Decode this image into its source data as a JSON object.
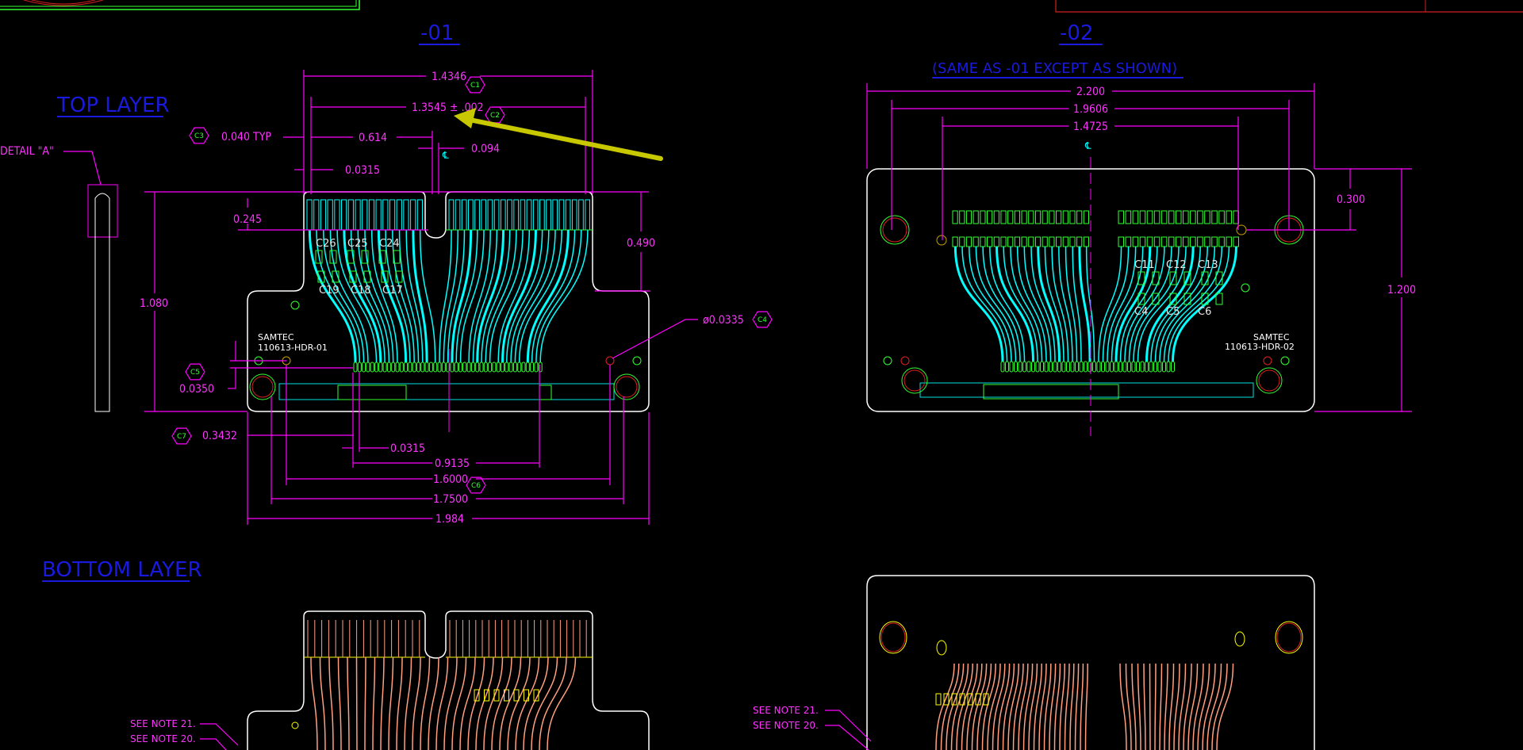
{
  "views": {
    "dash01": "-01",
    "dash02": "-02",
    "dash02_note": "(SAME AS -01 EXCEPT AS SHOWN)",
    "top_layer": "TOP LAYER",
    "bottom_layer": "BOTTOM LAYER",
    "detail": "DETAIL \"A\""
  },
  "dims01": {
    "d1": "1.4346",
    "d2": "1.3545 ± .002",
    "d3": "0.040 TYP",
    "d4": "0.614",
    "d5": "0.094",
    "d6": "0.0315",
    "d7": "0.245",
    "d8": "0.490",
    "d9": "1.080",
    "d10": "ø0.0335",
    "d11": "0.0350",
    "d12": "0.3432",
    "d13": "0.0315",
    "d14": "0.9135",
    "d15": "1.6000",
    "d16": "1.7500",
    "d17": "1.984"
  },
  "dims02": {
    "d1": "2.200",
    "d2": "1.9606",
    "d3": "1.4725",
    "d4": "0.300",
    "d5": "1.200"
  },
  "callouts": [
    "C1",
    "C2",
    "C3",
    "C4",
    "C5",
    "C6",
    "C7"
  ],
  "labels01": {
    "mfr": "SAMTEC",
    "part": "110613-HDR-01",
    "caps_top": [
      "C26",
      "C25",
      "C24"
    ],
    "caps_bot": [
      "C19",
      "C18",
      "C17"
    ]
  },
  "labels02": {
    "mfr": "SAMTEC",
    "part": "110613-HDR-02",
    "caps_top": [
      "C11",
      "C12",
      "C13"
    ],
    "caps_bot": [
      "C4",
      "C5",
      "C6"
    ]
  },
  "notes": {
    "note21": "SEE NOTE 21.",
    "note20": "SEE NOTE 20."
  },
  "colors": {
    "dimension": "#ff00ff",
    "title": "#1a1adf",
    "trace_top": "#00ffff",
    "pad": "#33ff33",
    "trace_bottom": "#ff9f80",
    "annotation_arrow": "#c8c800"
  }
}
